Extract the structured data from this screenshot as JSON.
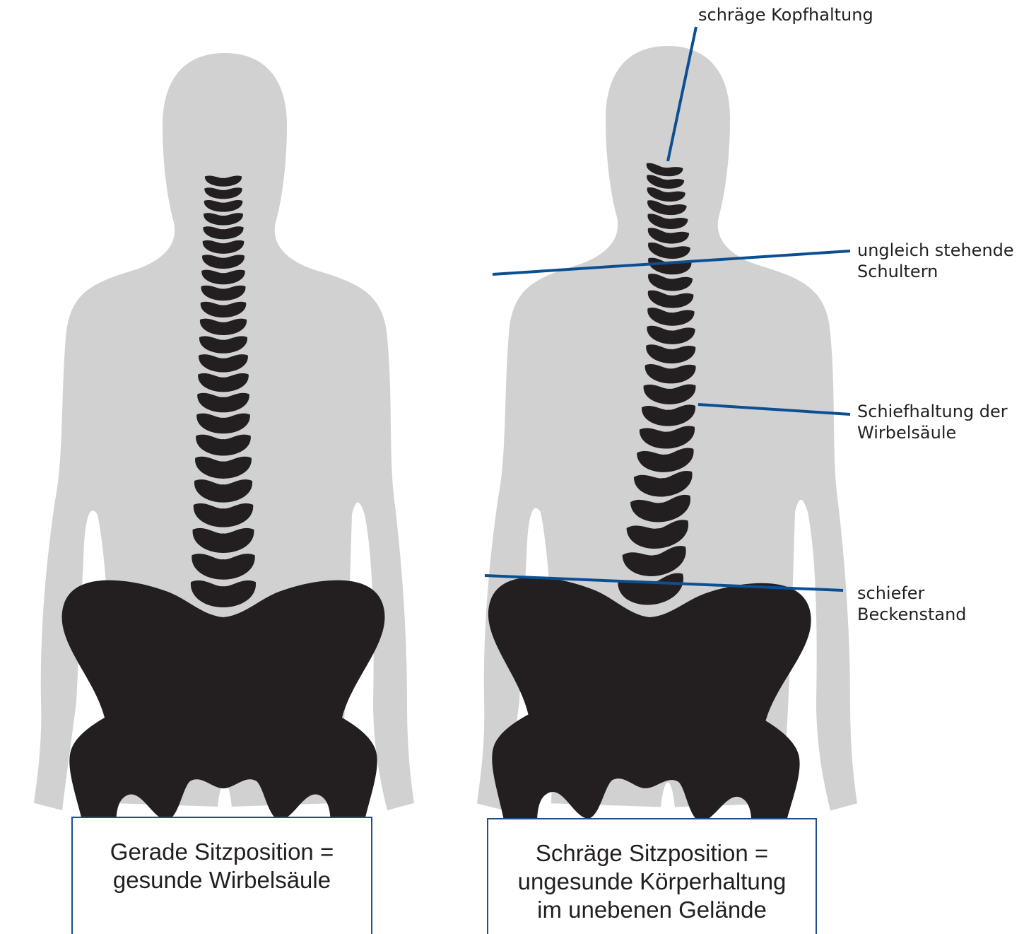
{
  "colors": {
    "silhouette": "#d1d1d1",
    "bones": "#231f20",
    "annotation_line": "#0b4f92",
    "caption_border": "#1f4e8c",
    "text": "#231f20"
  },
  "figures": {
    "left": {
      "caption_lines": [
        "Gerade Sitzposition =",
        "gesunde Wirbelsäule"
      ]
    },
    "right": {
      "caption_lines": [
        "Schräge Sitzposition =",
        "ungesunde Körperhaltung",
        "im unebenen Gelände"
      ]
    }
  },
  "annotations": [
    {
      "id": "head",
      "lines": [
        "schräge Kopfhaltung"
      ]
    },
    {
      "id": "shoulders",
      "lines": [
        "ungleich stehende",
        "Schultern"
      ]
    },
    {
      "id": "spine",
      "lines": [
        "Schiefhaltung der",
        "Wirbelsäule"
      ]
    },
    {
      "id": "pelvis",
      "lines": [
        "schiefer",
        "Beckenstand"
      ]
    }
  ]
}
